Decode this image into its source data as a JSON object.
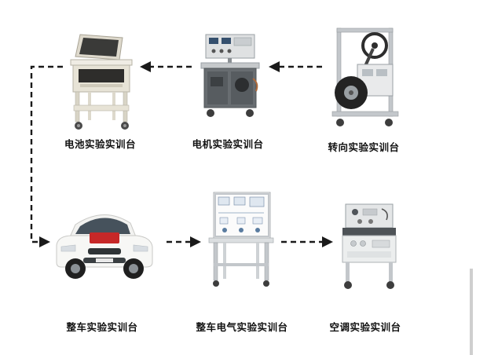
{
  "colors": {
    "background": "#ffffff",
    "arrow": "#1a1a1a",
    "edge_line": "#cfcfcf"
  },
  "diagram": {
    "type": "equipment-flow",
    "nodes": [
      {
        "id": "battery-bench",
        "label": "电池实验实训台"
      },
      {
        "id": "motor-bench",
        "label": "电机实验实训台"
      },
      {
        "id": "steering-bench",
        "label": "转向实验实训台"
      },
      {
        "id": "vehicle-bench",
        "label": "整车实验实训台"
      },
      {
        "id": "vehicle-electrical-bench",
        "label": "整车电气实验实训台"
      },
      {
        "id": "ac-bench",
        "label": "空调实验实训台"
      }
    ],
    "connections": [
      {
        "from": "steering-bench",
        "to": "motor-bench",
        "style": "dashed-arrow"
      },
      {
        "from": "motor-bench",
        "to": "battery-bench",
        "style": "dashed-arrow"
      },
      {
        "from": "battery-bench",
        "to": "vehicle-bench",
        "style": "dashed-arrow"
      },
      {
        "from": "vehicle-bench",
        "to": "vehicle-electrical-bench",
        "style": "dashed-arrow"
      },
      {
        "from": "vehicle-electrical-bench",
        "to": "ac-bench",
        "style": "dashed-arrow"
      }
    ]
  }
}
